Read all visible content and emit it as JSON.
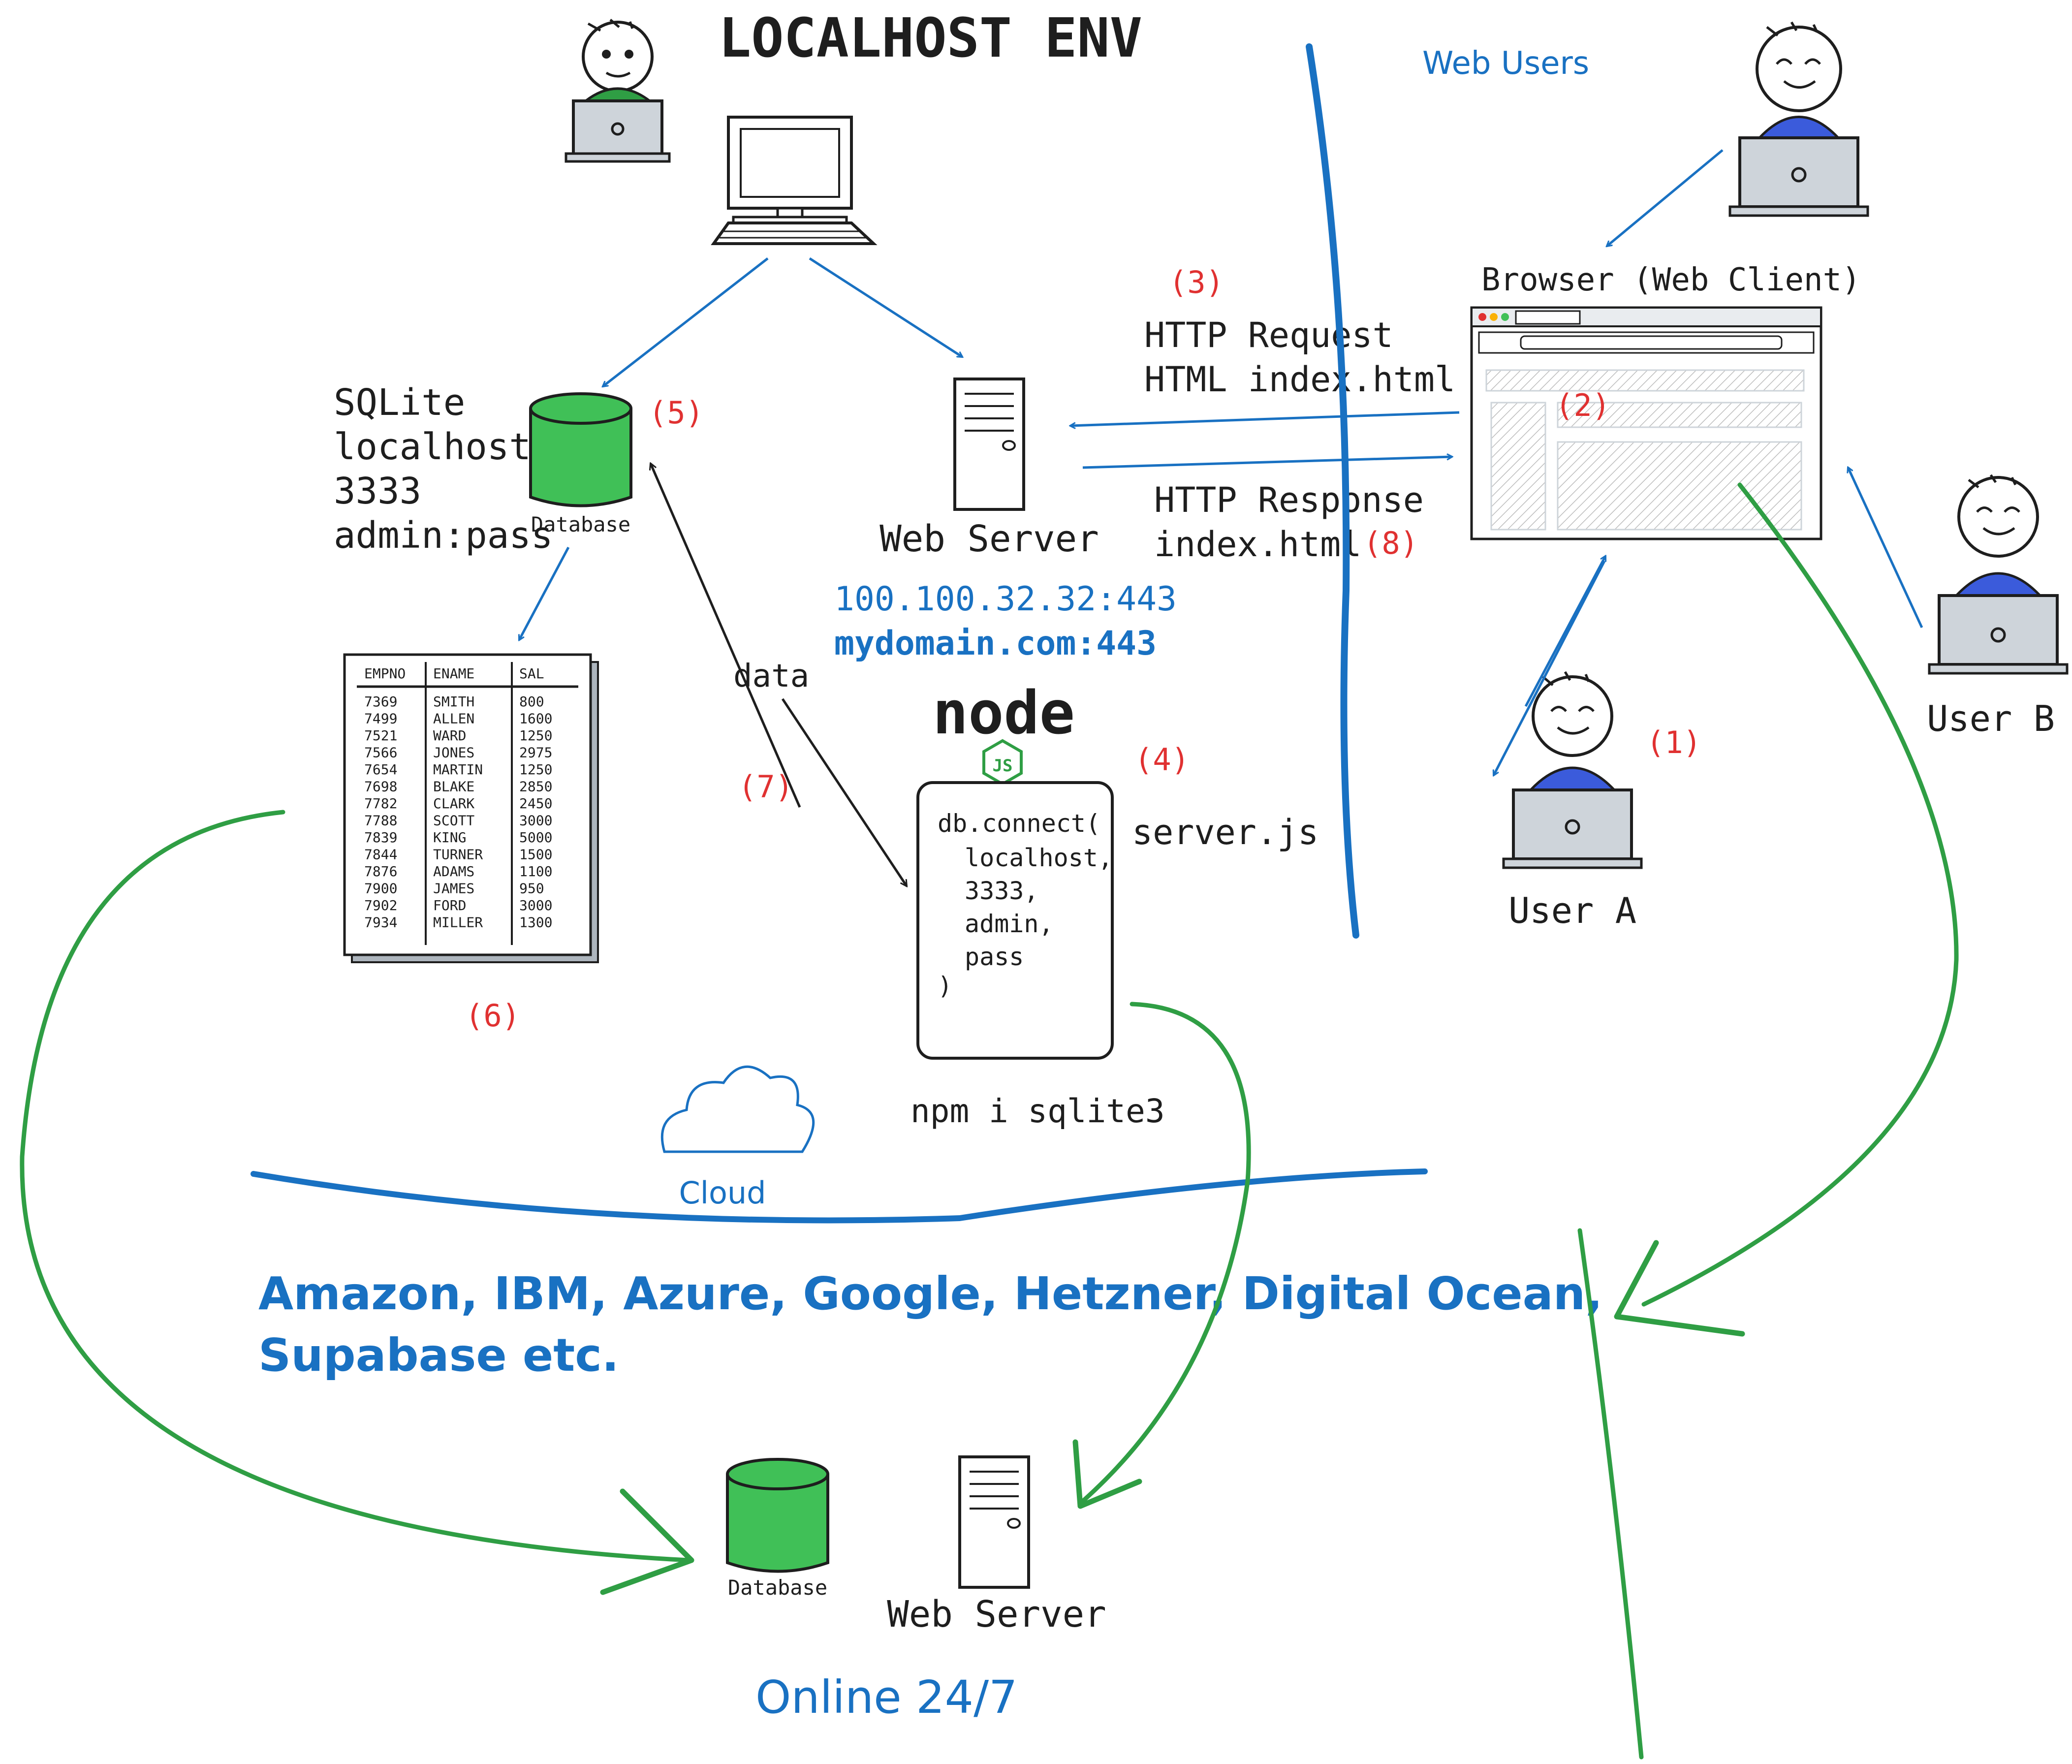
{
  "title": "LOCALHOST ENV",
  "web_users_label": "Web Users",
  "sqlite": {
    "line1": "SQLite",
    "line2": "localhost",
    "line3": "3333",
    "line4": "admin:pass"
  },
  "database_label": "Database",
  "web_server_label": "Web Server",
  "server_address": {
    "ip": "100.100.32.32:443",
    "domain": "mydomain.com:443"
  },
  "node_logo": {
    "text": "node",
    "badge": "JS"
  },
  "server_js_label": "server.js",
  "npm_command": "npm i sqlite3",
  "code": [
    "db.connect(",
    "localhost,",
    "3333,",
    "admin,",
    "pass",
    ")"
  ],
  "data_label": "data",
  "browser_label": "Browser (Web Client)",
  "http_request": {
    "line1": "HTTP Request",
    "line2": "HTML index.html"
  },
  "http_response": {
    "line1": "HTTP Response",
    "line2": "index.html"
  },
  "step_markers": {
    "s1": "(1)",
    "s2": "(2)",
    "s3": "(3)",
    "s4": "(4)",
    "s5": "(5)",
    "s6": "(6)",
    "s7": "(7)",
    "s8": "(8)"
  },
  "user_a_label": "User A",
  "user_b_label": "User B",
  "cloud_label": "Cloud",
  "providers": {
    "line1": "Amazon, IBM, Azure, Google, Hetzner, Digital Ocean,",
    "line2": "Supabase etc."
  },
  "online_label": "Online 24/7",
  "table": {
    "headers": [
      "EMPNO",
      "ENAME",
      "SAL"
    ],
    "rows": [
      [
        "7369",
        "SMITH",
        "800"
      ],
      [
        "7499",
        "ALLEN",
        "1600"
      ],
      [
        "7521",
        "WARD",
        "1250"
      ],
      [
        "7566",
        "JONES",
        "2975"
      ],
      [
        "7654",
        "MARTIN",
        "1250"
      ],
      [
        "7698",
        "BLAKE",
        "2850"
      ],
      [
        "7782",
        "CLARK",
        "2450"
      ],
      [
        "7788",
        "SCOTT",
        "3000"
      ],
      [
        "7839",
        "KING",
        "5000"
      ],
      [
        "7844",
        "TURNER",
        "1500"
      ],
      [
        "7876",
        "ADAMS",
        "1100"
      ],
      [
        "7900",
        "JAMES",
        "950"
      ],
      [
        "7902",
        "FORD",
        "3000"
      ],
      [
        "7934",
        "MILLER",
        "1300"
      ]
    ]
  },
  "colors": {
    "ink": "#1e1e1e",
    "blue": "#1971c2",
    "green": "#2f9e44",
    "db_green": "#40c057",
    "red": "#e03131",
    "user_green": "#2f9e44",
    "user_blue": "#3b5bdb",
    "laptop_gray": "#ced4da"
  }
}
